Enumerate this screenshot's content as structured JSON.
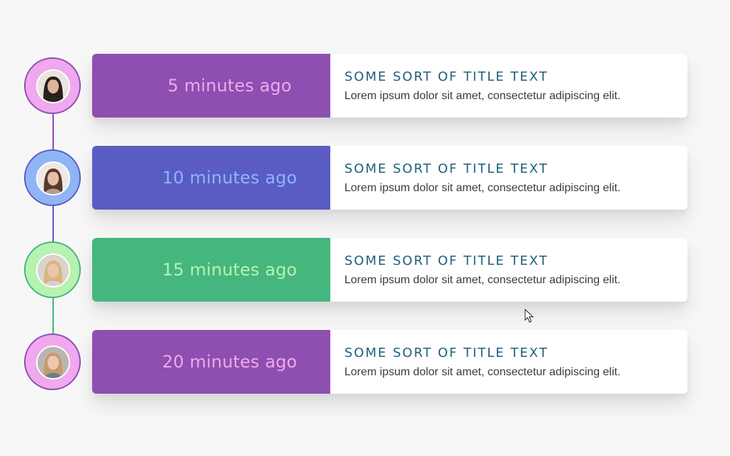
{
  "timeline": {
    "items": [
      {
        "time": "5 minutes ago",
        "title": "SOME SORT OF TITLE TEXT",
        "description": "Lorem ipsum dolor sit amet, consectetur adipiscing elit.",
        "avatar_icon": "woman-portrait-dark-hair",
        "time_bg": "#8d4fb0",
        "time_color": "#f2a8ec",
        "ring_fill": "#f0a8ef",
        "ring_border": "#8d4fb0"
      },
      {
        "time": "10 minutes ago",
        "title": "SOME SORT OF TITLE TEXT",
        "description": "Lorem ipsum dolor sit amet, consectetur adipiscing elit.",
        "avatar_icon": "woman-portrait-brown-hair",
        "time_bg": "#5a5cc4",
        "time_color": "#8fb5f5",
        "ring_fill": "#8fb5f5",
        "ring_border": "#5a5cc4"
      },
      {
        "time": "15 minutes ago",
        "title": "SOME SORT OF TITLE TEXT",
        "description": "Lorem ipsum dolor sit amet, consectetur adipiscing elit.",
        "avatar_icon": "woman-portrait-blonde-hair",
        "time_bg": "#45b77e",
        "time_color": "#b7f2b0",
        "ring_fill": "#b7f2b0",
        "ring_border": "#45b77e"
      },
      {
        "time": "20 minutes ago",
        "title": "SOME SORT OF TITLE TEXT",
        "description": "Lorem ipsum dolor sit amet, consectetur adipiscing elit.",
        "avatar_icon": "woman-portrait-blonde-smiling",
        "time_bg": "#8d4fb0",
        "time_color": "#f2a8ec",
        "ring_fill": "#f0a8ef",
        "ring_border": "#8d4fb0"
      }
    ]
  }
}
